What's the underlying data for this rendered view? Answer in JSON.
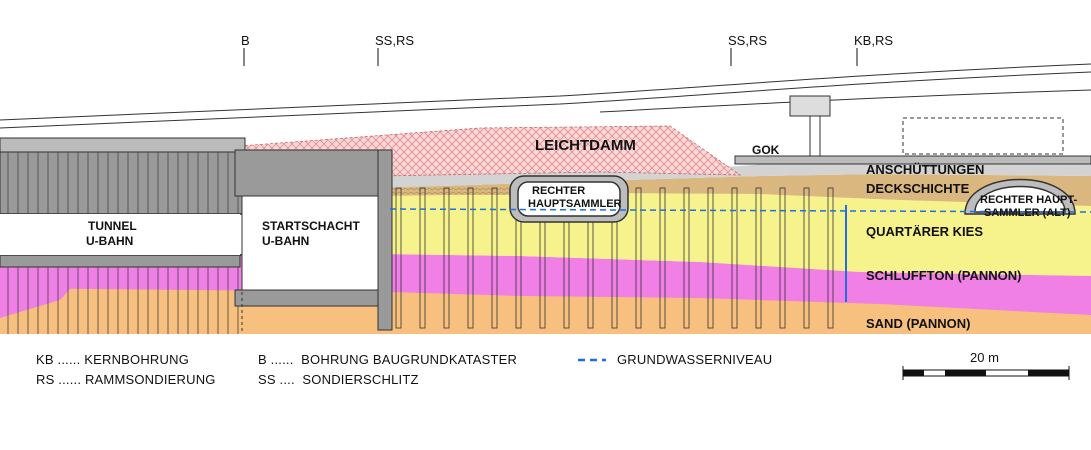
{
  "markers": [
    {
      "label": "B"
    },
    {
      "label": "SS,RS"
    },
    {
      "label": "SS,RS"
    },
    {
      "label": "KB,RS"
    }
  ],
  "labels": {
    "leichtdamm": "LEICHTDAMM",
    "gok": "GOK",
    "tunnel_l1": "TUNNEL",
    "tunnel_l2": "U-BAHN",
    "startschacht_l1": "STARTSCHACHT",
    "startschacht_l2": "U-BAHN",
    "rechter_l1": "RECHTER",
    "rechter_l2": "HAUPTSAMMLER",
    "rechter_alt_l1": "RECHTER HAUPT-",
    "rechter_alt_l2": "SAMMLER (ALT)"
  },
  "layers": [
    {
      "name": "ANSCHÜTTUNGEN",
      "color": "#d3d3d3"
    },
    {
      "name": "DECKSCHICHTE",
      "color": "#d9b77f"
    },
    {
      "name": "QUARTÄRER KIES",
      "color": "#f6f38c"
    },
    {
      "name": "SCHLUFFTON (PANNON)",
      "color": "#f07fe6"
    },
    {
      "name": "SAND (PANNON)",
      "color": "#f7c07f"
    }
  ],
  "legend": {
    "kb": "KB ...... KERNBOHRUNG",
    "rs": "RS ...... RAMMSONDIERUNG",
    "b": "B ......  BOHRUNG BAUGRUNDKATASTER",
    "ss": "SS ....  SONDIERSCHLITZ",
    "gw": "GRUNDWASSERNIVEAU",
    "gw_color": "#1f6fe0"
  },
  "scale": {
    "label": "20 m"
  }
}
